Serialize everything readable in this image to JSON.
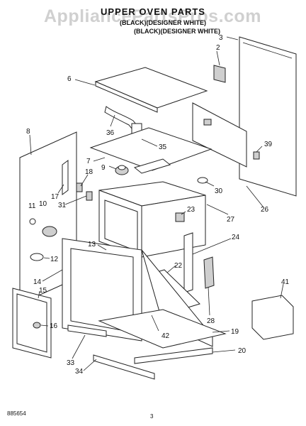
{
  "header": {
    "watermark": "AppliancePartsPros.com",
    "title": "UPPER OVEN PARTS",
    "model_line": "(BLACK)(DESIGNER WHITE)",
    "variant_line": "(BLACK)(DESIGNER WHITE)"
  },
  "footer": {
    "code": "885654",
    "page_number": "3"
  },
  "callouts": [
    "3",
    "2",
    "6",
    "8",
    "36",
    "35",
    "7",
    "9",
    "18",
    "17",
    "11",
    "10",
    "31",
    "30",
    "39",
    "23",
    "27",
    "26",
    "24",
    "13",
    "22",
    "12",
    "14",
    "15",
    "16",
    "28",
    "42",
    "41",
    "19",
    "20",
    "33",
    "34"
  ]
}
